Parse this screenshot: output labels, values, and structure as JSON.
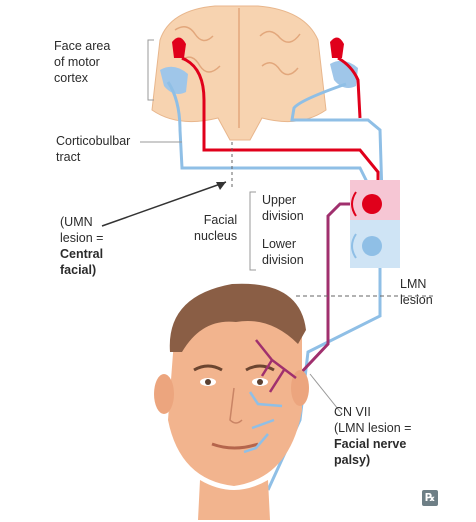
{
  "labels": {
    "face_area": [
      "Face area",
      "of motor",
      "cortex"
    ],
    "corticobulbar": [
      "Corticobulbar",
      "tract"
    ],
    "umn": [
      "(UMN",
      "lesion =",
      "Central",
      "facial)"
    ],
    "facial_nucleus": [
      "Facial",
      "nucleus"
    ],
    "upper_division": [
      "Upper",
      "division"
    ],
    "lower_division": [
      "Lower",
      "division"
    ],
    "lmn": [
      "LMN",
      "lesion"
    ],
    "cn7": [
      "CN VII",
      "(LMN lesion =",
      "Facial nerve",
      "palsy)"
    ]
  },
  "badge": "℞",
  "icons": [
    "brain-icon",
    "face-icon",
    "motor-cortex-marker-icon",
    "nucleus-icon"
  ],
  "colors": {
    "upper_pathway": "#e0001b",
    "lower_pathway": "#8fbfe6",
    "nerve": "#a0306e",
    "nucleus_upper": "#f6c6d4",
    "nucleus_lower": "#cfe4f5",
    "brain": "#f7d3b0",
    "skin": "#f2b48e",
    "hair": "#8a5e45"
  }
}
